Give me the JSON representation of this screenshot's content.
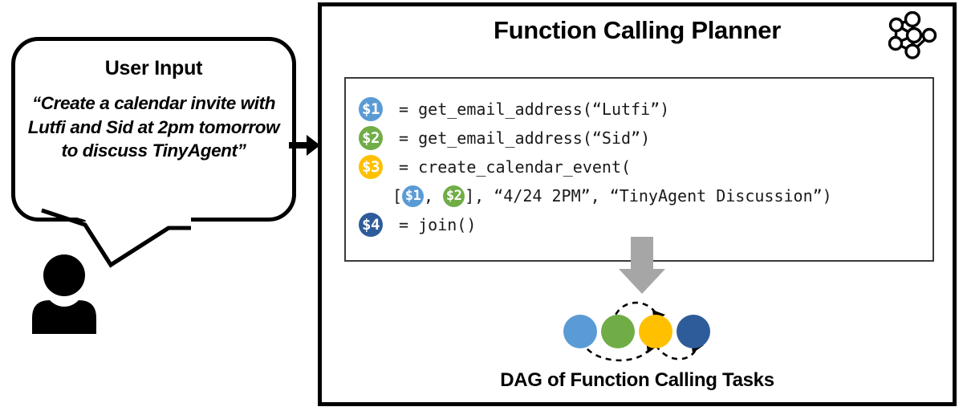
{
  "user_section": {
    "bubble_title": "User Input",
    "bubble_quote": "“Create a calendar invite with Lutfi and Sid at 2pm tomorrow to discuss TinyAgent”",
    "person_icon": "person-icon",
    "flow_arrow": "right-arrow-icon"
  },
  "planner": {
    "title": "Function Calling Planner",
    "logo_icon": "neural-network-logo-icon",
    "code": {
      "lines": [
        {
          "badge": "$1",
          "badge_color": "#5B9BD5",
          "text": " = get_email_address(“Lutfi”)",
          "indented": false
        },
        {
          "badge": "$2",
          "badge_color": "#70AD47",
          "text": " = get_email_address(“Sid”)",
          "indented": false
        },
        {
          "badge": "$3",
          "badge_color": "#FFC000",
          "text": " = create_calendar_event(",
          "indented": false
        },
        {
          "badge": null,
          "indented": true,
          "pre": "[",
          "inline_badge_1": "$1",
          "inline_badge_1_color": "#5B9BD5",
          "mid": ", ",
          "inline_badge_2": "$2",
          "inline_badge_2_color": "#70AD47",
          "post": "], “4/24 2PM”, “TinyAgent Discussion”)"
        },
        {
          "badge": "$4",
          "badge_color": "#2E5C9A",
          "text": " = join()",
          "indented": false
        }
      ]
    },
    "down_arrow_icon": "down-arrow-icon",
    "down_arrow_color": "#A6A6A6",
    "dag": {
      "caption": "DAG of Function Calling Tasks",
      "nodes": [
        {
          "id": "$1",
          "color": "#5B9BD5",
          "label": "node-1"
        },
        {
          "id": "$2",
          "color": "#70AD47",
          "label": "node-2"
        },
        {
          "id": "$3",
          "color": "#FFC000",
          "label": "node-3"
        },
        {
          "id": "$4",
          "color": "#2E5C9A",
          "label": "node-4"
        }
      ],
      "edges": [
        {
          "from": "$2",
          "to": "$3",
          "style": "dashed",
          "arc": "above"
        },
        {
          "from": "$1",
          "to": "$3",
          "style": "dashed",
          "arc": "below"
        },
        {
          "from": "$3",
          "to": "$4",
          "style": "dashed",
          "arc": "below"
        }
      ]
    }
  },
  "colors": {
    "node_blue_light": "#5B9BD5",
    "node_green": "#70AD47",
    "node_yellow": "#FFC000",
    "node_blue_dark": "#2E5C9A",
    "arrow_gray": "#A6A6A6",
    "border_black": "#000000"
  }
}
